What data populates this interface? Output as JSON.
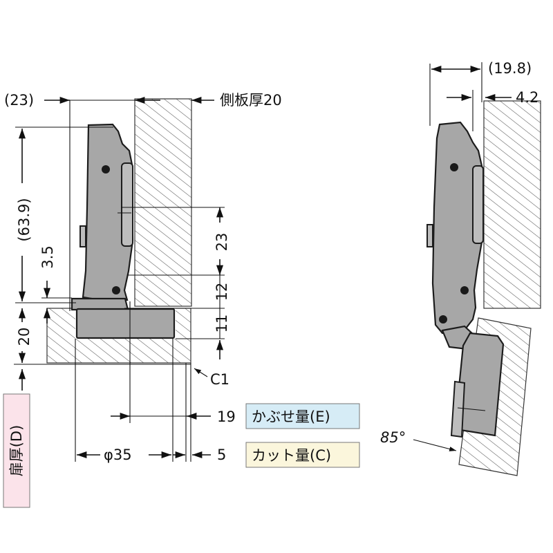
{
  "labels": {
    "dim_23_top": "(23)",
    "side_panel_thickness": "側板厚20",
    "dim_63_9": "(63.9)",
    "dim_3_5": "3.5",
    "dim_20": "20",
    "dim_23_right": "23",
    "dim_12": "12",
    "dim_11": "11",
    "chamfer": "C1",
    "dim_19": "19",
    "dim_phi35": "φ35",
    "dim_5": "5",
    "door_thickness": "扉厚(D)",
    "overlay_amount": "かぶせ量(E)",
    "cut_amount": "カット量(C)",
    "dim_19_8": "(19.8)",
    "dim_4_2": "4.2",
    "opening_angle": "85°"
  },
  "colors": {
    "overlay_box_fill": "#d6ecf6",
    "cut_box_fill": "#fbf6dc",
    "door_box_fill": "#fbe3ea",
    "part_fill": "#a7a7a7",
    "hatch_stroke": "#555555"
  }
}
